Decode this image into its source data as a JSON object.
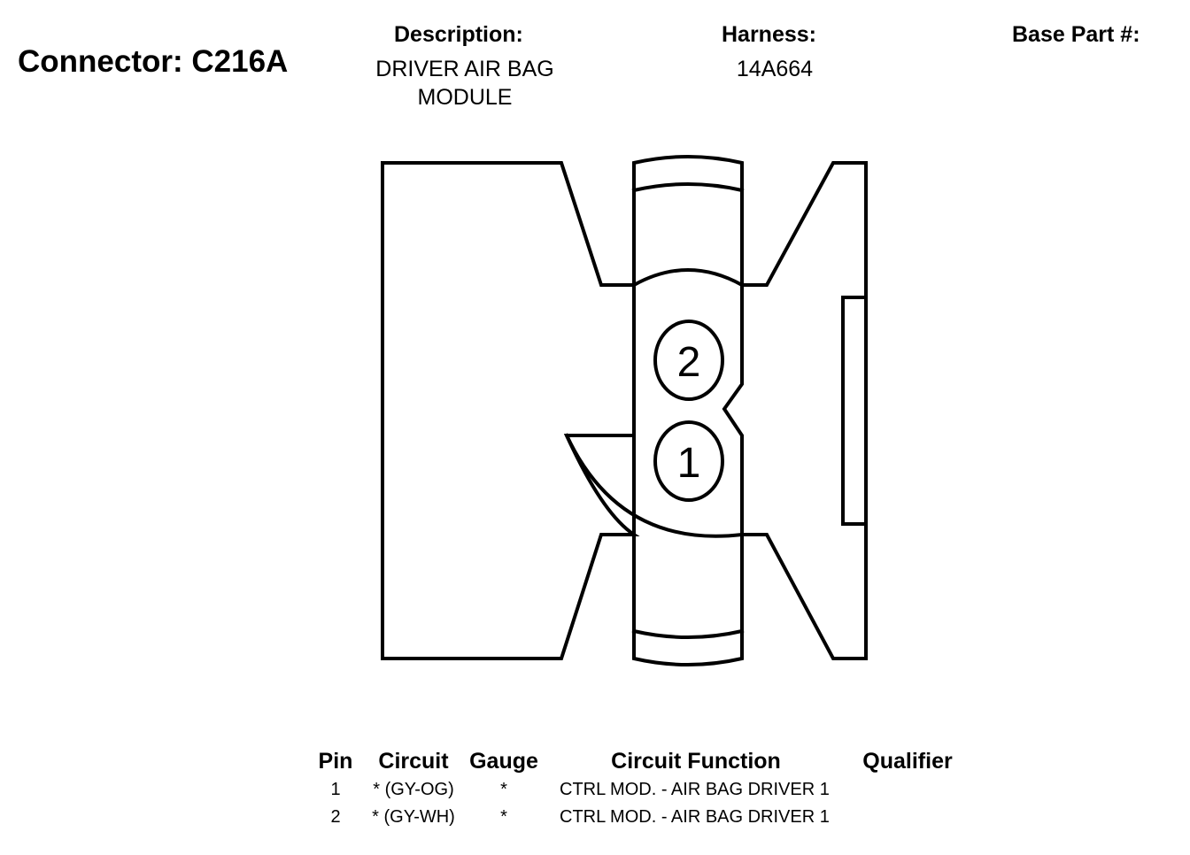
{
  "connector": {
    "title": "Connector: C216A"
  },
  "header": {
    "description_label": "Description:",
    "description_line1": "DRIVER AIR BAG",
    "description_line2": "MODULE",
    "harness_label": "Harness:",
    "harness_value": "14A664",
    "base_part_label": "Base Part #:",
    "base_part_value": ""
  },
  "diagram": {
    "pins": [
      {
        "label": "2"
      },
      {
        "label": "1"
      }
    ]
  },
  "table": {
    "headers": {
      "pin": "Pin",
      "circuit": "Circuit",
      "gauge": "Gauge",
      "function": "Circuit Function",
      "qualifier": "Qualifier"
    },
    "rows": [
      {
        "pin": "1",
        "circuit": "* (GY-OG)",
        "gauge": "*",
        "function": "CTRL MOD. - AIR BAG DRIVER 1",
        "qualifier": ""
      },
      {
        "pin": "2",
        "circuit": "* (GY-WH)",
        "gauge": "*",
        "function": "CTRL MOD. - AIR BAG DRIVER 1",
        "qualifier": ""
      }
    ]
  }
}
